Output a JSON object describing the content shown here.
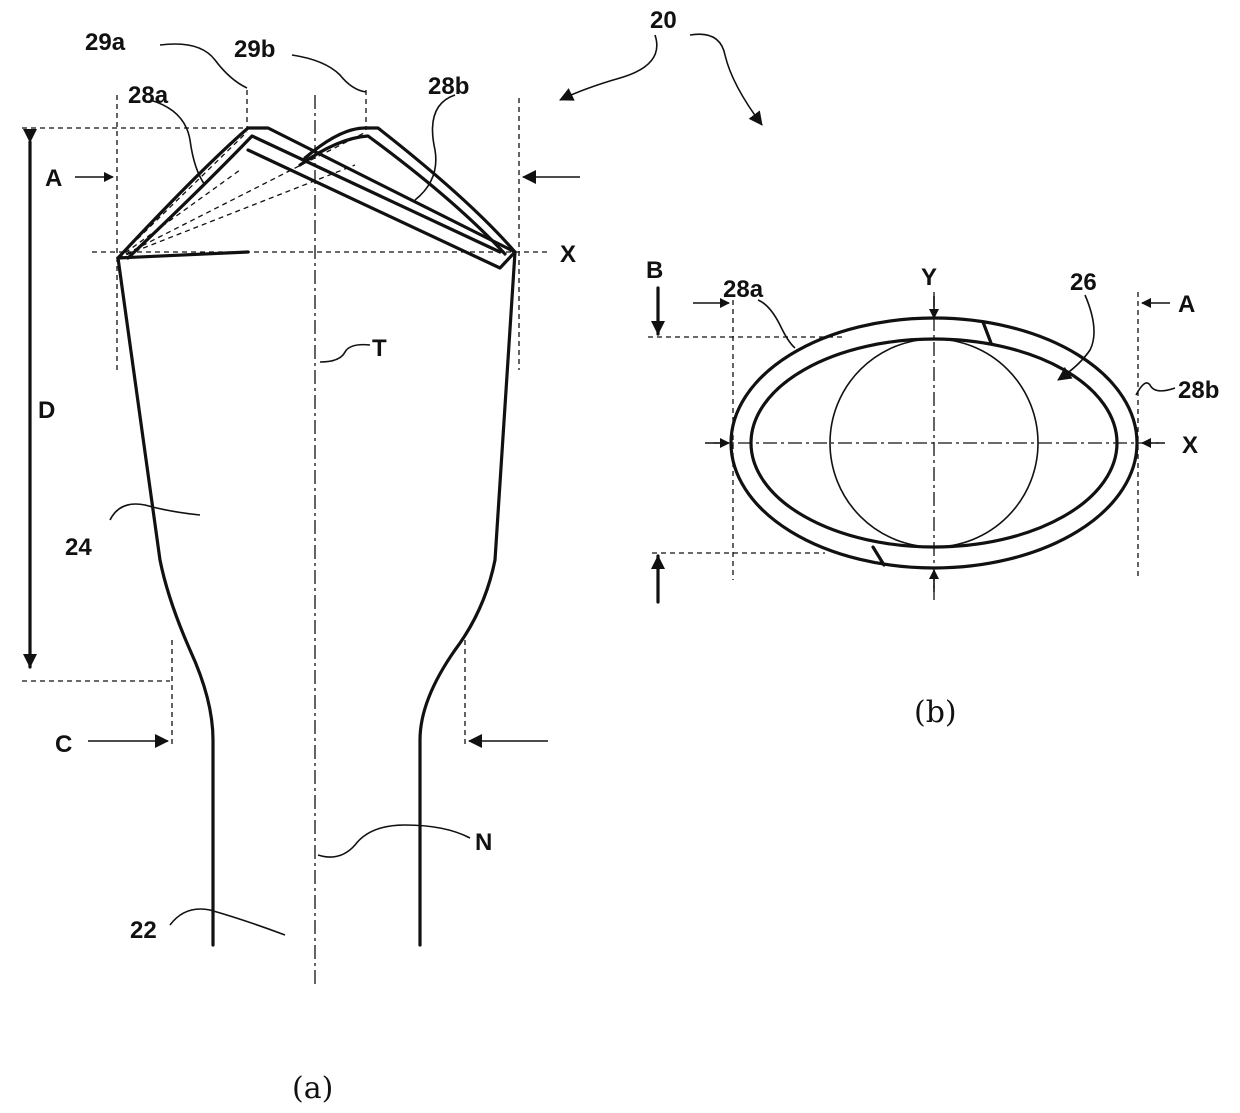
{
  "labels": {
    "ref_20": "20",
    "ref_29a": "29a",
    "ref_29b": "29b",
    "ref_28a_left": "28a",
    "ref_28b_left": "28b",
    "ref_A_left": "A",
    "ref_X_left": "X",
    "ref_T": "T",
    "ref_D": "D",
    "ref_24": "24",
    "ref_C": "C",
    "ref_N": "N",
    "ref_22": "22",
    "ref_B": "B",
    "ref_28a_right": "28a",
    "ref_Y": "Y",
    "ref_26": "26",
    "ref_A_right": "A",
    "ref_28b_right": "28b",
    "ref_X_right": "X"
  },
  "captions": {
    "fig_a": "(a)",
    "fig_b": "(b)"
  }
}
